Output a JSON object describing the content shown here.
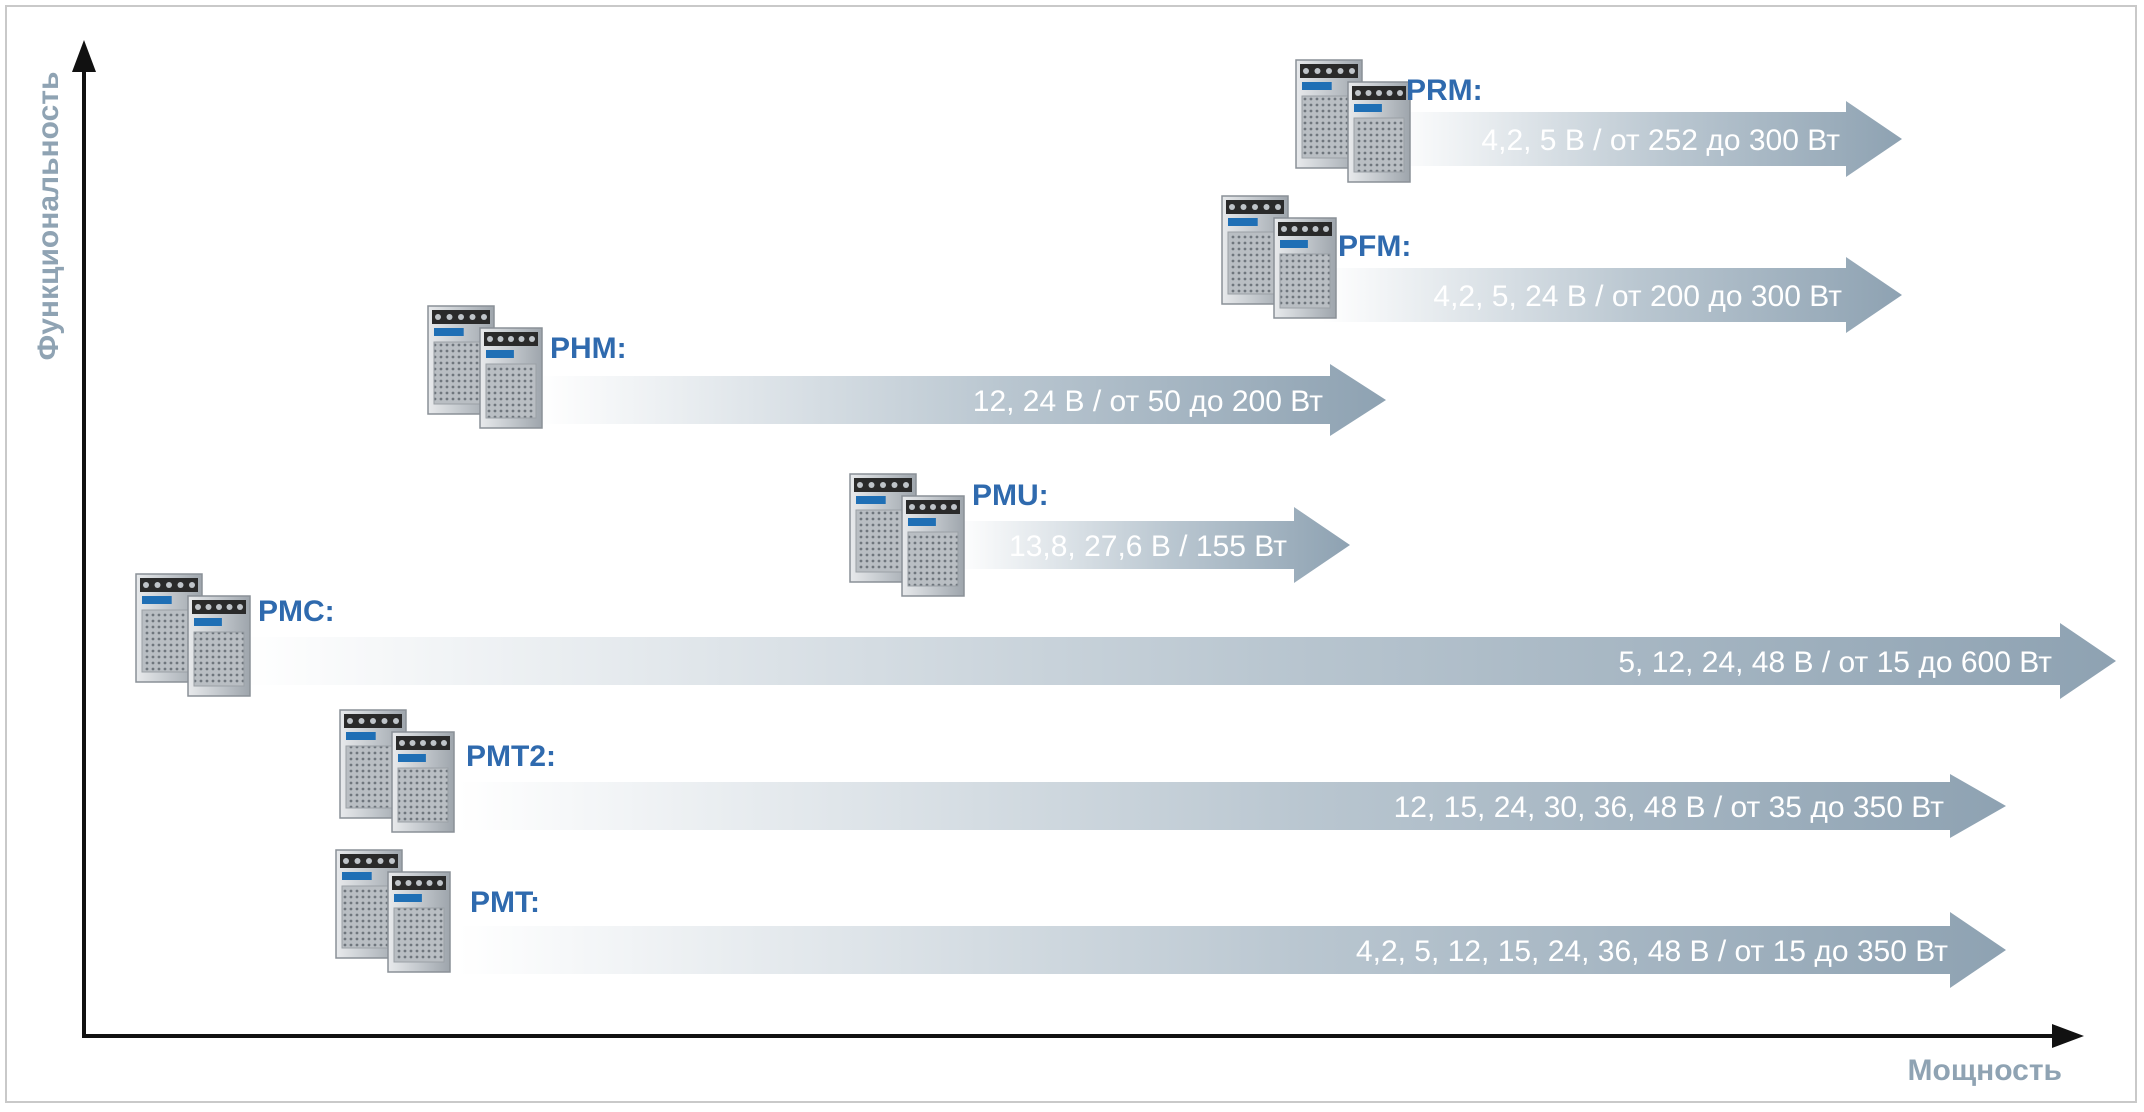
{
  "axes": {
    "y_label": "Функциональность",
    "x_label": "Мощность",
    "axis_color": "#111111",
    "label_color": "#8fa3b3"
  },
  "colors": {
    "series_name": "#2f6aae",
    "arrow_light": "#ffffff",
    "arrow_dark": "#8ea2b2",
    "spec_text": "#ffffff",
    "module_body": "#c7cbd0",
    "module_terminal": "#2a2a2a",
    "module_label": "#1f6fb5"
  },
  "series": [
    {
      "id": "prm",
      "name": "PRM:",
      "spec": "4,2, 5 В / от 252 до 300 Вт"
    },
    {
      "id": "pfm",
      "name": "PFM:",
      "spec": "4,2, 5, 24 В / от 200 до 300 Вт"
    },
    {
      "id": "phm",
      "name": "PHM:",
      "spec": "12, 24 В / от 50 до 200 Вт"
    },
    {
      "id": "pmu",
      "name": "PMU:",
      "spec": "13,8, 27,6 В / 155 Вт"
    },
    {
      "id": "pmc",
      "name": "PMC:",
      "spec": "5, 12, 24, 48 В / от 15 до 600 Вт"
    },
    {
      "id": "pmt2",
      "name": "PMT2:",
      "spec": "12, 15, 24, 30, 36, 48 В / от 35 до 350 Вт"
    },
    {
      "id": "pmt",
      "name": "PMT:",
      "spec": "4,2, 5, 12, 15, 24, 36,  48 В / от 15 до 350 Вт"
    }
  ]
}
